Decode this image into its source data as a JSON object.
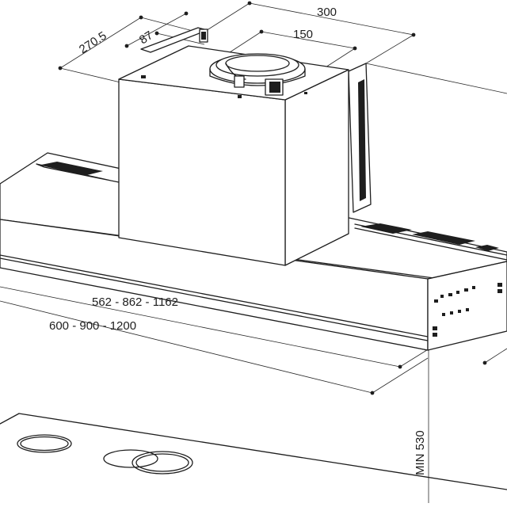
{
  "dimensions": {
    "depth_total": "270.5",
    "depth_offset": "87",
    "chimney_width": "300",
    "outlet_diameter": "150",
    "inner_width": "562 - 862 - 1162",
    "outer_width": "600 - 900 - 1200",
    "min_height": "MIN 530"
  },
  "colors": {
    "line": "#1e1e1e",
    "background": "#ffffff"
  }
}
